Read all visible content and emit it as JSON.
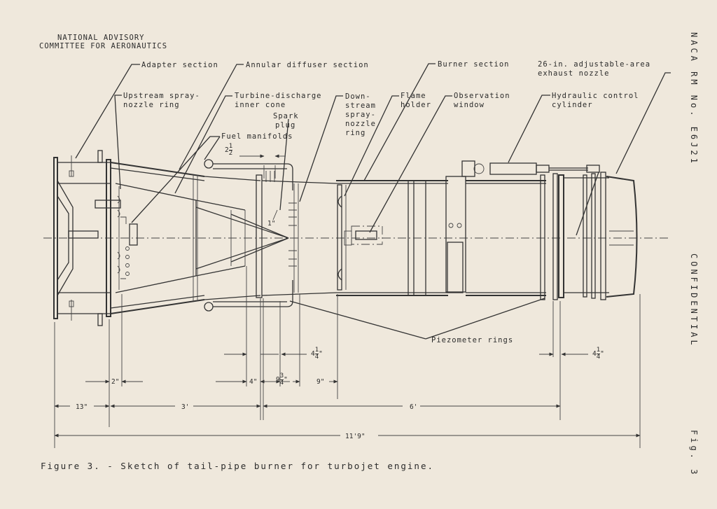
{
  "header": {
    "line1": "NATIONAL ADVISORY",
    "line2": "COMMITTEE FOR AERONAUTICS"
  },
  "side": {
    "report": "NACA RM No. E6J21",
    "classification": "CONFIDENTIAL",
    "fig": "Fig. 3"
  },
  "caption": "Figure 3. - Sketch of tail-pipe burner for turbojet engine.",
  "labels": {
    "adapter": "Adapter section",
    "annular": "Annular diffuser section",
    "burner": "Burner section",
    "nozzle_1": "26-in. adjustable-area",
    "nozzle_2": "exhaust nozzle",
    "upstream_1": "Upstream spray-",
    "upstream_2": "nozzle ring",
    "turbine_1": "Turbine-discharge",
    "turbine_2": "inner cone",
    "down_1": "Down-",
    "down_2": "stream",
    "down_3": "spray-",
    "down_4": "nozzle",
    "down_5": "ring",
    "flame_1": "Flame",
    "flame_2": "holder",
    "obs_1": "Observation",
    "obs_2": "window",
    "hyd_1": "Hydraulic control",
    "hyd_2": "cylinder",
    "spark_1": "Spark",
    "spark_2": "plug",
    "fuel": "Fuel manifolds",
    "piezo": "Piezometer rings"
  },
  "dims": {
    "d_2half_whole": "2",
    "d_2half_num": "1",
    "d_2half_den": "2",
    "d_4q_whole": "4",
    "d_4q_num": "1",
    "d_4q_den": "4",
    "d_4q_unit": "\"",
    "d_4q2_whole": "4",
    "d_4q2_num": "1",
    "d_4q2_den": "4",
    "d_4q2_unit": "\"",
    "d_2": "2\"",
    "d_4": "4\"",
    "d_9_whole": "9",
    "d_9_num": "3",
    "d_9_den": "4",
    "d_9_unit": "\"",
    "d_9": "9\"",
    "d_13": "13\"",
    "d_3ft": "3'",
    "d_6ft": "6'",
    "d_total": "11'9\"",
    "spark_gap": "1\""
  }
}
